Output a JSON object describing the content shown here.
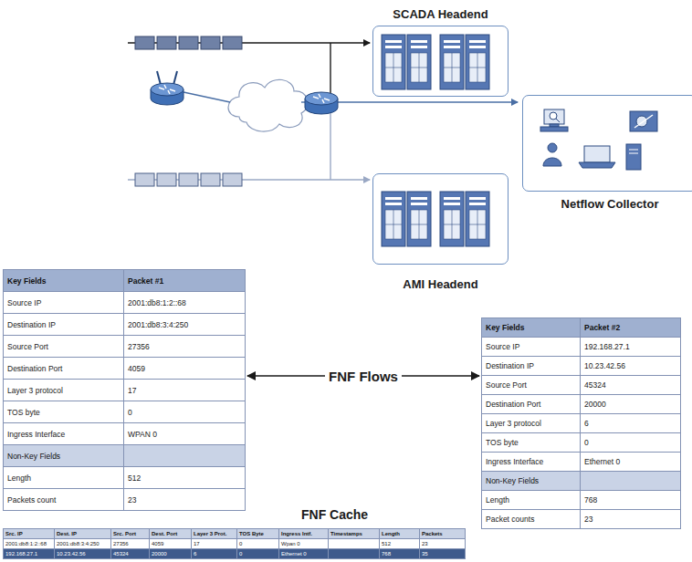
{
  "diagram": {
    "nodes": [
      {
        "text": [
          "SCADA Headend"
        ]
      },
      {
        "text": [
          "Netflow Collector"
        ]
      },
      {
        "text": [
          "AMI Headend"
        ]
      },
      {
        "text": [
          "Key Fields",
          "Packet #1",
          "Source IP",
          "2001:db8:1:2::68",
          "Destination IP",
          "2001:db8:3:4:250",
          "Source Port",
          "27356",
          "Destination Port",
          "4059",
          "Layer 3 protocol",
          "17",
          "TOS byte",
          "0",
          "Ingress Interface",
          "WPAN 0",
          "Non-Key Fields",
          "Length",
          "512",
          "Packets count",
          "23"
        ]
      },
      {
        "text": [
          "Key Fields",
          "Packet #2",
          "Source IP",
          "192.168.27.1",
          "Destination IP",
          "10.23.42.56",
          "Source Port",
          "45324",
          "Destination Port",
          "20000",
          "Layer 3 protocol",
          "6",
          "TOS byte",
          "0",
          "Ingress Interface",
          "Ethernet 0",
          "Non-Key Fields",
          "Length",
          "768",
          "Packet counts",
          "23"
        ]
      },
      {
        "text": [
          "FNF Cache",
          "Src. IP",
          "Dest. IP",
          "Src. Port",
          "Dest. Port",
          "Layer 3 Prot.",
          "TOS Byte",
          "Ingress Intf.",
          "Timestamps",
          "Length",
          "Packets",
          "2001:db8:1:2::68",
          "2001:db8:3:4:250",
          "27356",
          "4059",
          "17",
          "0",
          "Wpan 0",
          "512",
          "23",
          "192.168.27.1",
          "10.23.42.56",
          "45324",
          "20000",
          "6",
          "0",
          "Ethernet 0",
          "768",
          "35"
        ]
      }
    ],
    "edges": [
      {
        "from": 3,
        "to": 4,
        "label": "FNF Flows",
        "arrow": "both"
      }
    ]
  }
}
